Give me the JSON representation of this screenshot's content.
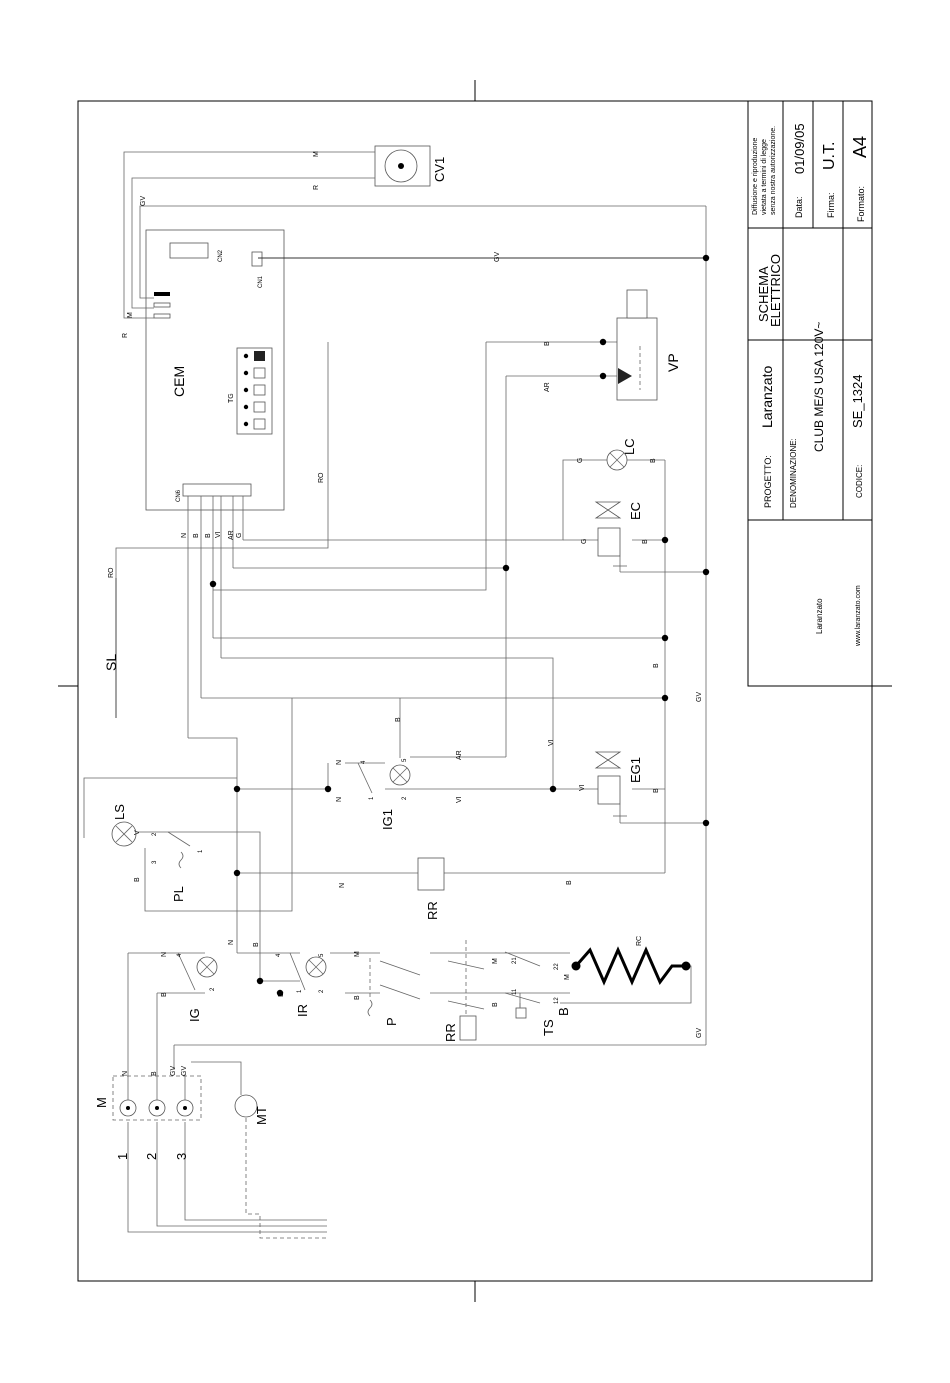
{
  "title_block": {
    "company": "Laranzato",
    "website": "www.laranzato.com",
    "copyright": [
      "Diffusione e riproduzione",
      "vietata a termini di legge",
      "senza nostra autorizzazione."
    ],
    "progetto_label": "PROGETTO:",
    "progetto_value": "Laranzato",
    "schema_line1": "SCHEMA",
    "schema_line2": "ELETTRICO",
    "denominazione_label": "DENOMINAZIONE:",
    "denominazione_value": "CLUB ME/S  USA 120V~",
    "codice_label": "CODICE:",
    "codice_value": "SE_1324",
    "data_label": "Data:",
    "data_value": "01/09/05",
    "firma_label": "Firma:",
    "firma_value": "U.T.",
    "formato_label": "Formato:",
    "formato_value": "A4"
  },
  "components": {
    "cv1": "CV1",
    "cem": "CEM",
    "cn1": "CN1",
    "cn2": "CN2",
    "cn6": "CN6",
    "tg": "TG",
    "vp": "VP",
    "lc": "LC",
    "ec": "EC",
    "eg1": "EG1",
    "ig1": "IG1",
    "ls": "LS",
    "pl": "PL",
    "rr": "RR",
    "rr2": "RR",
    "sl": "SL",
    "ig": "IG",
    "ir": "IR",
    "p": "P",
    "ts": "TS",
    "rc": "RC",
    "m": "M",
    "mt": "MT",
    "terminals": [
      "1",
      "2",
      "3"
    ]
  },
  "wire_labels": {
    "m": "M",
    "r": "R",
    "gv": "GV",
    "b": "B",
    "ar": "AR",
    "ro": "RO",
    "g": "G",
    "n": "N",
    "vi": "VI",
    "v": "V"
  },
  "pin_labels": [
    "1",
    "2",
    "3",
    "4",
    "5",
    "11",
    "12",
    "21",
    "22"
  ]
}
